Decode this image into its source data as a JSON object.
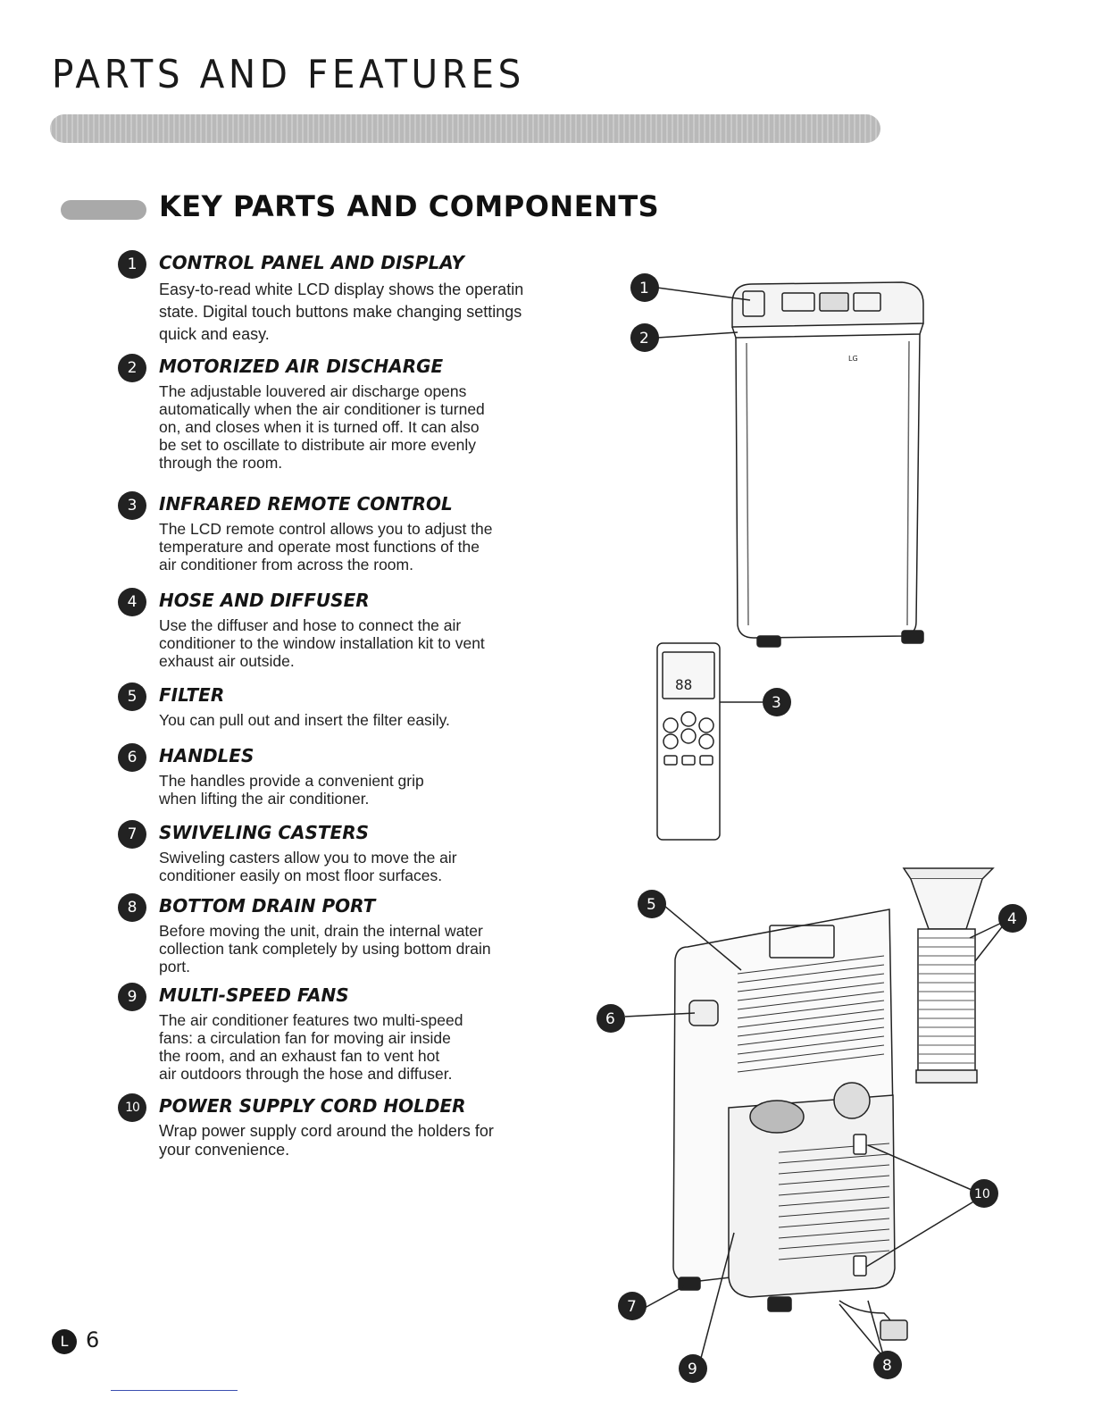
{
  "header": {
    "title": "PARTS AND FEATURES"
  },
  "section": {
    "title": "KEY PARTS AND COMPONENTS"
  },
  "items": [
    {
      "number": "1",
      "title": "CONTROL PANEL AND DISPLAY",
      "body": "Easy-to-read white LCD display shows the operatin\nstate. Digital touch buttons make changing settings\nquick and easy."
    },
    {
      "number": "2",
      "title": "MOTORIZED AIR DISCHARGE",
      "body": "The adjustable louvered air discharge opens\nautomatically when the air conditioner is turned\non, and closes when it is turned off. It can also\nbe set to oscillate to distribute air more evenly\nthrough the room."
    },
    {
      "number": "3",
      "title": "INFRARED REMOTE CONTROL",
      "body": "The LCD remote control allows you to adjust the\ntemperature and operate most functions of the\nair conditioner from across the room."
    },
    {
      "number": "4",
      "title": "HOSE AND DIFFUSER",
      "body": "Use the diffuser and hose to connect the air\nconditioner to the window installation kit to vent\nexhaust air outside."
    },
    {
      "number": "5",
      "title": "FILTER",
      "body": "You can pull out and insert the filter easily."
    },
    {
      "number": "6",
      "title": "HANDLES",
      "body": "The handles provide a convenient grip\nwhen lifting the air conditioner."
    },
    {
      "number": "7",
      "title": "SWIVELING CASTERS",
      "body": "Swiveling casters allow you to move the air\nconditioner easily on most floor surfaces."
    },
    {
      "number": "8",
      "title": "BOTTOM DRAIN PORT",
      "body": "Before moving the unit, drain the internal water\ncollection tank completely by using bottom drain\nport."
    },
    {
      "number": "9",
      "title": "MULTI-SPEED FANS",
      "body": "The air conditioner features two multi-speed\nfans: a circulation fan for moving air inside\nthe room, and an exhaust fan to vent hot\nair outdoors through the hose and diffuser."
    },
    {
      "number": "10",
      "title": "POWER SUPPLY CORD HOLDER",
      "body": "Wrap power supply cord around the holders for\nyour convenience."
    }
  ],
  "figure": {
    "brand_mark": "LG",
    "remote_display": "88",
    "callouts": [
      "1",
      "2",
      "3",
      "4",
      "5",
      "6",
      "7",
      "8",
      "9",
      "10"
    ]
  },
  "footer": {
    "logo_glyph": "L",
    "page_number": "6"
  },
  "colors": {
    "badge": "#222222",
    "header_bar": "#b9b9b9",
    "footer_line": "#3b4fb0"
  }
}
